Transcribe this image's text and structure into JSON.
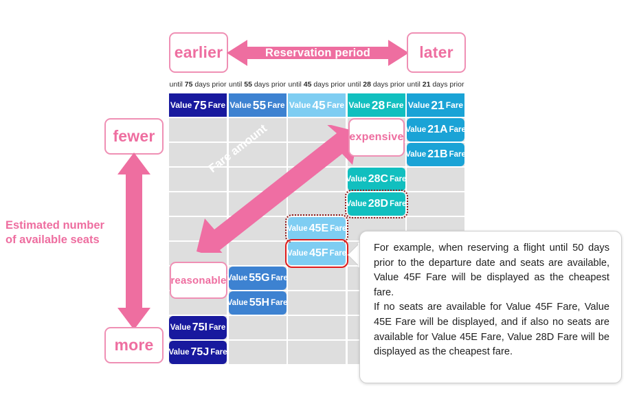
{
  "diagram": {
    "title_axis_horizontal": "Reservation period",
    "title_axis_vertical": "Estimated number of available seats",
    "endpoints": {
      "earlier": "earlier",
      "later": "later",
      "fewer": "fewer",
      "more": "more"
    },
    "fare_axis_label": "Fare amount",
    "price_markers": {
      "expensive": "expensive",
      "reasonable": "reasonable"
    },
    "colors": {
      "pink": "#ee6ea0",
      "pink_border": "#ef8fb4",
      "grid_cell": "#dedede",
      "value75": "#18199e",
      "value55": "#3d82d1",
      "value45": "#7ecdf2",
      "value28": "#11bfbf",
      "value21": "#1aa3d6",
      "highlight_dotted": "#8e1616",
      "highlight_solid": "#e01b1b"
    }
  },
  "columns": [
    {
      "id": "c75",
      "prefix": "until",
      "days": "75",
      "suffix": "days prior"
    },
    {
      "id": "c55",
      "prefix": "until",
      "days": "55",
      "suffix": "days prior"
    },
    {
      "id": "c45",
      "prefix": "until",
      "days": "45",
      "suffix": "days prior"
    },
    {
      "id": "c28",
      "prefix": "until",
      "days": "28",
      "suffix": "days prior"
    },
    {
      "id": "c21",
      "prefix": "until",
      "days": "21",
      "suffix": "days prior"
    }
  ],
  "fares": [
    {
      "col": 0,
      "row": 0,
      "pre": "Value",
      "num": "75",
      "post": "Fare",
      "style": "c75",
      "header": true,
      "mark": "none"
    },
    {
      "col": 1,
      "row": 0,
      "pre": "Value",
      "num": "55",
      "post": "Fare",
      "style": "c55",
      "header": true,
      "mark": "none"
    },
    {
      "col": 2,
      "row": 0,
      "pre": "Value",
      "num": "45",
      "post": "Fare",
      "style": "c45",
      "header": true,
      "mark": "none"
    },
    {
      "col": 3,
      "row": 0,
      "pre": "Value",
      "num": "28",
      "post": "Fare",
      "style": "c28",
      "header": true,
      "mark": "none"
    },
    {
      "col": 4,
      "row": 0,
      "pre": "Value",
      "num": "21",
      "post": "Fare",
      "style": "c21",
      "header": true,
      "mark": "none"
    },
    {
      "col": 4,
      "row": 1,
      "pre": "Value",
      "num": "21A",
      "post": "Fare",
      "style": "c21",
      "header": false,
      "mark": "none"
    },
    {
      "col": 4,
      "row": 2,
      "pre": "Value",
      "num": "21B",
      "post": "Fare",
      "style": "c21",
      "header": false,
      "mark": "none"
    },
    {
      "col": 3,
      "row": 3,
      "pre": "Value",
      "num": "28C",
      "post": "Fare",
      "style": "c28",
      "header": false,
      "mark": "none"
    },
    {
      "col": 3,
      "row": 4,
      "pre": "Value",
      "num": "28D",
      "post": "Fare",
      "style": "c28",
      "header": false,
      "mark": "dotted"
    },
    {
      "col": 2,
      "row": 5,
      "pre": "Value",
      "num": "45E",
      "post": "Fare",
      "style": "c45",
      "header": false,
      "mark": "dotted"
    },
    {
      "col": 2,
      "row": 6,
      "pre": "Value",
      "num": "45F",
      "post": "Fare",
      "style": "c45",
      "header": false,
      "mark": "solid"
    },
    {
      "col": 1,
      "row": 7,
      "pre": "Value",
      "num": "55G",
      "post": "Fare",
      "style": "c55",
      "header": false,
      "mark": "none"
    },
    {
      "col": 1,
      "row": 8,
      "pre": "Value",
      "num": "55H",
      "post": "Fare",
      "style": "c55",
      "header": false,
      "mark": "none"
    },
    {
      "col": 0,
      "row": 9,
      "pre": "Value",
      "num": "75I",
      "post": "Fare",
      "style": "c75",
      "header": false,
      "mark": "none"
    },
    {
      "col": 0,
      "row": 10,
      "pre": "Value",
      "num": "75J",
      "post": "Fare",
      "style": "c75",
      "header": false,
      "mark": "none"
    }
  ],
  "callout": {
    "paragraph1": "For example, when reserving a flight until 50 days prior to the departure date and seats are available, Value 45F Fare will be displayed as the cheapest fare.",
    "paragraph2": "If no seats are available for Value 45F Fare, Value 45E Fare will be displayed, and if also no seats are available for Value 45E Fare, Value 28D Fare will be displayed as the cheapest fare."
  }
}
